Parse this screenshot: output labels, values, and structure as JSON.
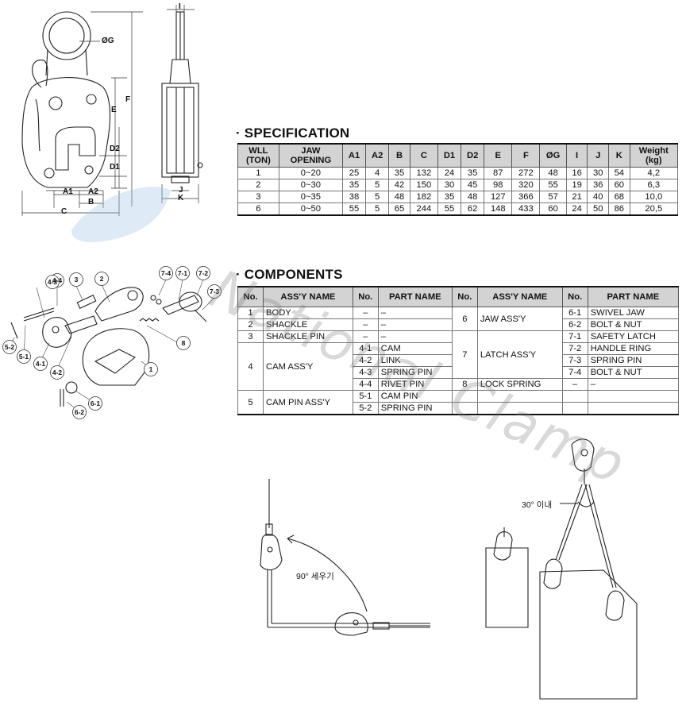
{
  "watermark": {
    "text": "National Clamp"
  },
  "dims": {
    "g": "ØG",
    "e": "E",
    "f": "F",
    "d2": "D2",
    "d1": "D1",
    "a1": "A1",
    "a2": "A2",
    "b": "B",
    "c": "C",
    "i": "I",
    "j": "J",
    "k": "K"
  },
  "spec": {
    "title": "· SPECIFICATION",
    "headers": [
      "WLL\n(TON)",
      "JAW\nOPENING",
      "A1",
      "A2",
      "B",
      "C",
      "D1",
      "D2",
      "E",
      "F",
      "ØG",
      "I",
      "J",
      "K",
      "Weight\n(kg)"
    ],
    "rows": [
      [
        "1",
        "0~20",
        "25",
        "4",
        "35",
        "132",
        "24",
        "35",
        "87",
        "272",
        "48",
        "16",
        "30",
        "54",
        "4,2"
      ],
      [
        "2",
        "0~30",
        "35",
        "5",
        "42",
        "150",
        "30",
        "45",
        "98",
        "320",
        "55",
        "19",
        "36",
        "60",
        "6,3"
      ],
      [
        "3",
        "0~35",
        "38",
        "5",
        "48",
        "182",
        "35",
        "48",
        "127",
        "366",
        "57",
        "21",
        "40",
        "68",
        "10,0"
      ],
      [
        "6",
        "0~50",
        "55",
        "5",
        "65",
        "244",
        "55",
        "62",
        "148",
        "433",
        "60",
        "24",
        "50",
        "86",
        "20,5"
      ]
    ]
  },
  "comp": {
    "title": "· COMPONENTS",
    "headers": [
      "No.",
      "ASS'Y NAME",
      "No.",
      "PART NAME",
      "No.",
      "ASS'Y NAME",
      "No.",
      "PART NAME"
    ],
    "left": [
      {
        "no": "1",
        "name": "BODY",
        "parts": [
          [
            "–",
            "–"
          ]
        ]
      },
      {
        "no": "2",
        "name": "SHACKLE",
        "parts": [
          [
            "–",
            "–"
          ]
        ]
      },
      {
        "no": "3",
        "name": "SHACKLE PIN",
        "parts": [
          [
            "–",
            "–"
          ]
        ]
      },
      {
        "no": "4",
        "name": "CAM ASS'Y",
        "parts": [
          [
            "4-1",
            "CAM"
          ],
          [
            "4-2",
            "LINK"
          ],
          [
            "4-3",
            "SPRING PIN"
          ],
          [
            "4-4",
            "RIVET PIN"
          ]
        ]
      },
      {
        "no": "5",
        "name": "CAM PIN ASS'Y",
        "parts": [
          [
            "5-1",
            "CAM PIN"
          ],
          [
            "5-2",
            "SPRING PIN"
          ]
        ]
      }
    ],
    "right": [
      {
        "no": "6",
        "name": "JAW ASS'Y",
        "parts": [
          [
            "6-1",
            "SWIVEL JAW"
          ],
          [
            "6-2",
            "BOLT & NUT"
          ]
        ]
      },
      {
        "no": "7",
        "name": "LATCH ASS'Y",
        "parts": [
          [
            "7-1",
            "SAFETY LATCH"
          ],
          [
            "7-2",
            "HANDLE RING"
          ],
          [
            "7-3",
            "SPRING PIN"
          ],
          [
            "7-4",
            "BOLT & NUT"
          ]
        ]
      },
      {
        "no": "8",
        "name": "LOCK SPRING",
        "parts": [
          [
            "–",
            "–"
          ]
        ]
      }
    ]
  },
  "callouts": [
    "4-4",
    "4-3",
    "3",
    "2",
    "7-4",
    "7-1",
    "7-2",
    "7-3",
    "5-2",
    "5-1",
    "4-1",
    "4-2",
    "8",
    "1",
    "6-2",
    "6-1"
  ],
  "usage": {
    "lift90": "90° 세우기",
    "angle30": "30° 이내"
  }
}
